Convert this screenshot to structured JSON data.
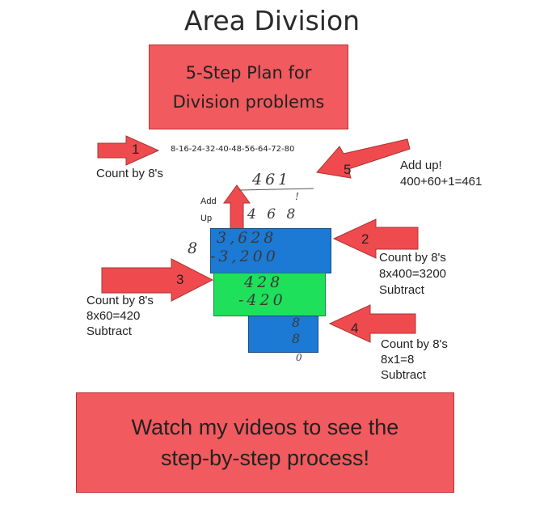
{
  "title": "Area Division",
  "plan_box": {
    "line1": "5-Step Plan for",
    "line2": "Division problems"
  },
  "sequence": "8-16-24-32-40-48-56-64-72-80",
  "steps": [
    {
      "number": "1",
      "lines": [
        "Count by 8's"
      ]
    },
    {
      "number": "2",
      "lines": [
        "Count by 8's",
        "8x400=3200",
        "Subtract"
      ]
    },
    {
      "number": "3",
      "lines": [
        "Count by 8's",
        "8x60=420",
        "Subtract"
      ]
    },
    {
      "number": "4",
      "lines": [
        "Count by 8's",
        "8x1=8",
        "Subtract"
      ]
    },
    {
      "number": "5",
      "lines": [
        "Add up!",
        "400+60+1=461"
      ]
    }
  ],
  "add_up": {
    "line1": "Add",
    "line2": "Up"
  },
  "handwriting": {
    "quotient": "461",
    "exclaim": "!",
    "partials": "4 6 8",
    "divisor": "8",
    "blue1_top": "3,628",
    "blue1_bottom": "-3,200",
    "green_top": "428",
    "green_bottom": "-420",
    "blue2_top": "8",
    "blue2_bottom": "8",
    "remainder": "0"
  },
  "bottom_box": {
    "line1": "Watch my videos to see the",
    "line2": "step-by-step process!"
  },
  "colors": {
    "red_box": "#f15a5e",
    "blue_block": "#1c79d4",
    "green_block": "#1fe05a",
    "arrow_red": "#ef4b4f"
  }
}
